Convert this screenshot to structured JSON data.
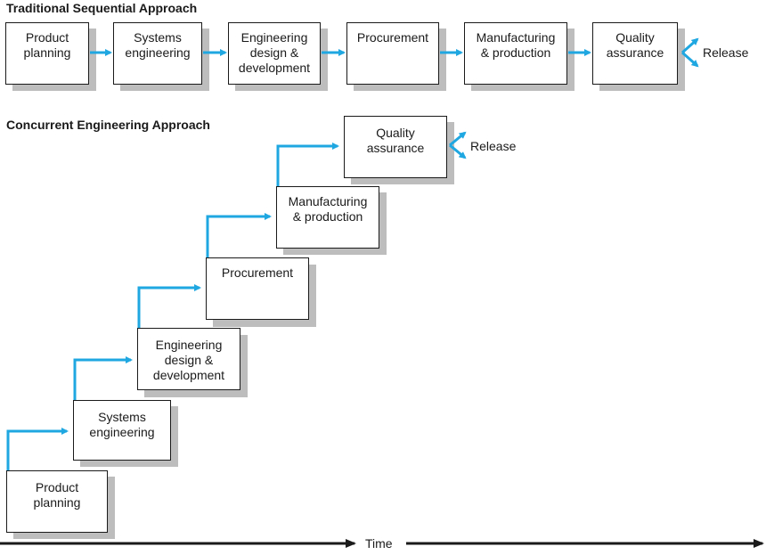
{
  "traditional": {
    "title": "Traditional Sequential Approach",
    "steps": [
      "Product\nplanning",
      "Systems\nengineering",
      "Engineering\ndesign &\ndevelopment",
      "Procurement",
      "Manufacturing\n& production",
      "Quality\nassurance"
    ],
    "release_label": "Release"
  },
  "concurrent": {
    "title": "Concurrent Engineering Approach",
    "steps": [
      "Product\nplanning",
      "Systems\nengineering",
      "Engineering\ndesign &\ndevelopment",
      "Procurement",
      "Manufacturing\n& production",
      "Quality\nassurance"
    ],
    "release_label": "Release"
  },
  "time_label": "Time",
  "colors": {
    "arrow": "#1ea7e1",
    "shadow": "#bdbdbd",
    "border": "#1a1a1a"
  }
}
